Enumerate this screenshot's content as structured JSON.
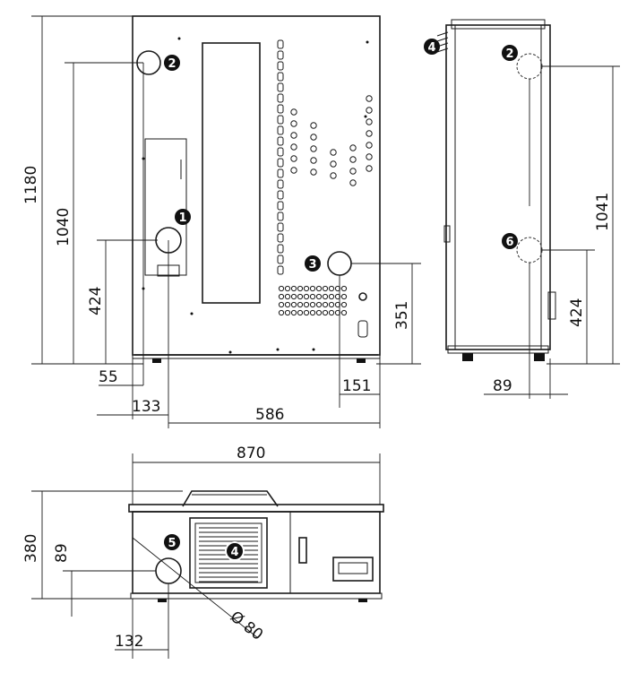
{
  "dimensions": {
    "front_height_total": "1180",
    "front_height_outlet": "1040",
    "front_height_inlet": "424",
    "front_offset_55": "55",
    "front_offset_133": "133",
    "front_width_586": "586",
    "front_offset_151": "151",
    "front_height_351": "351",
    "side_height_1041": "1041",
    "side_height_424": "424",
    "side_offset_89": "89",
    "top_width_870": "870",
    "top_depth_380": "380",
    "top_offset_89": "89",
    "top_offset_132": "132",
    "top_diameter": "Ø 80"
  },
  "callouts": {
    "c1": "1",
    "c2": "2",
    "c3": "3",
    "c4": "4",
    "c5": "5",
    "c6": "6"
  }
}
